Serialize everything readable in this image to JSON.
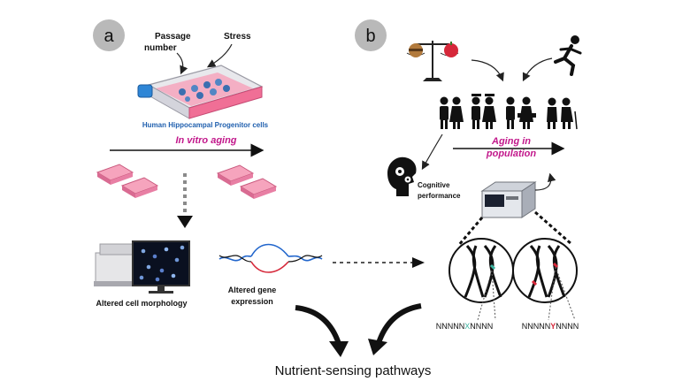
{
  "panel_a": {
    "label": "a",
    "passage_label_line1": "Passage",
    "passage_label_line2": "number",
    "stress_label": "Stress",
    "cells_label": "Human Hippocampal Progenitor cells",
    "aging_prefix": "In vitro",
    "aging_suffix": " aging",
    "morphology_label": "Altered cell morphology",
    "gene_label_line1": "Altered gene",
    "gene_label_line2": "expression"
  },
  "panel_b": {
    "label": "b",
    "aging_line1": "Aging in",
    "aging_line2": "population",
    "cognitive_line1": "Cognitive",
    "cognitive_line2": "performance",
    "sequence_left_pre": "NNNNN",
    "sequence_left_var": "X",
    "sequence_left_post": "NNNN",
    "sequence_right_pre": "NNNNN",
    "sequence_right_var": "Y",
    "sequence_right_post": "NNNN"
  },
  "footer": {
    "pathways_label": "Nutrient-sensing pathways"
  },
  "colors": {
    "accent_pink": "#c2188b",
    "cell_blue": "#1f5fae",
    "variant_red": "#d6283a",
    "variant_teal": "#3bb3a0"
  }
}
